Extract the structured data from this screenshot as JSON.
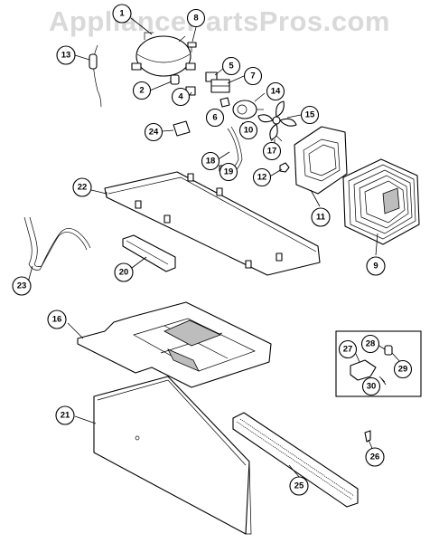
{
  "watermark": "AppliancePartsPros.com",
  "callouts": [
    {
      "n": "1"
    },
    {
      "n": "2"
    },
    {
      "n": "4"
    },
    {
      "n": "5"
    },
    {
      "n": "6"
    },
    {
      "n": "7"
    },
    {
      "n": "8"
    },
    {
      "n": "9"
    },
    {
      "n": "10"
    },
    {
      "n": "11"
    },
    {
      "n": "12"
    },
    {
      "n": "13"
    },
    {
      "n": "14"
    },
    {
      "n": "15"
    },
    {
      "n": "16"
    },
    {
      "n": "17"
    },
    {
      "n": "18"
    },
    {
      "n": "19"
    },
    {
      "n": "20"
    },
    {
      "n": "21"
    },
    {
      "n": "22"
    },
    {
      "n": "23"
    },
    {
      "n": "24"
    },
    {
      "n": "25"
    },
    {
      "n": "26"
    },
    {
      "n": "27"
    },
    {
      "n": "28"
    },
    {
      "n": "29"
    },
    {
      "n": "30"
    }
  ]
}
